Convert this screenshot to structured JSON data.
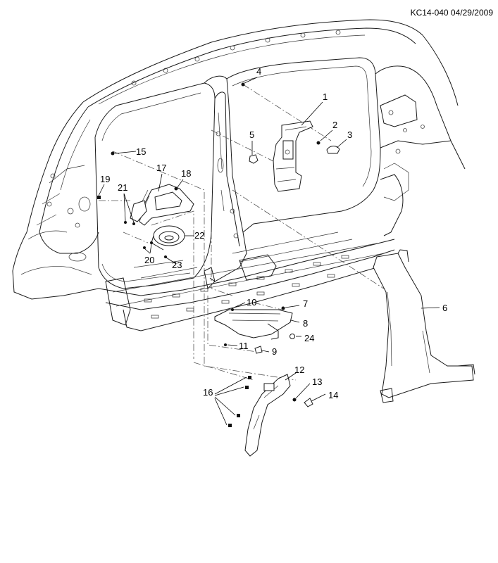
{
  "document_id": "KC14-040 04/29/2009",
  "callouts": [
    {
      "id": "c1",
      "label": "1"
    },
    {
      "id": "c2",
      "label": "2"
    },
    {
      "id": "c3",
      "label": "3"
    },
    {
      "id": "c4",
      "label": "4"
    },
    {
      "id": "c5",
      "label": "5"
    },
    {
      "id": "c6",
      "label": "6"
    },
    {
      "id": "c7",
      "label": "7"
    },
    {
      "id": "c8",
      "label": "8"
    },
    {
      "id": "c9",
      "label": "9"
    },
    {
      "id": "c10",
      "label": "10"
    },
    {
      "id": "c11",
      "label": "11"
    },
    {
      "id": "c12",
      "label": "12"
    },
    {
      "id": "c13",
      "label": "13"
    },
    {
      "id": "c14",
      "label": "14"
    },
    {
      "id": "c15",
      "label": "15"
    },
    {
      "id": "c16",
      "label": "16"
    },
    {
      "id": "c17",
      "label": "17"
    },
    {
      "id": "c18",
      "label": "18"
    },
    {
      "id": "c19",
      "label": "19"
    },
    {
      "id": "c20",
      "label": "20"
    },
    {
      "id": "c21",
      "label": "21"
    },
    {
      "id": "c22",
      "label": "22"
    },
    {
      "id": "c23",
      "label": "23"
    },
    {
      "id": "c24",
      "label": "24"
    }
  ]
}
